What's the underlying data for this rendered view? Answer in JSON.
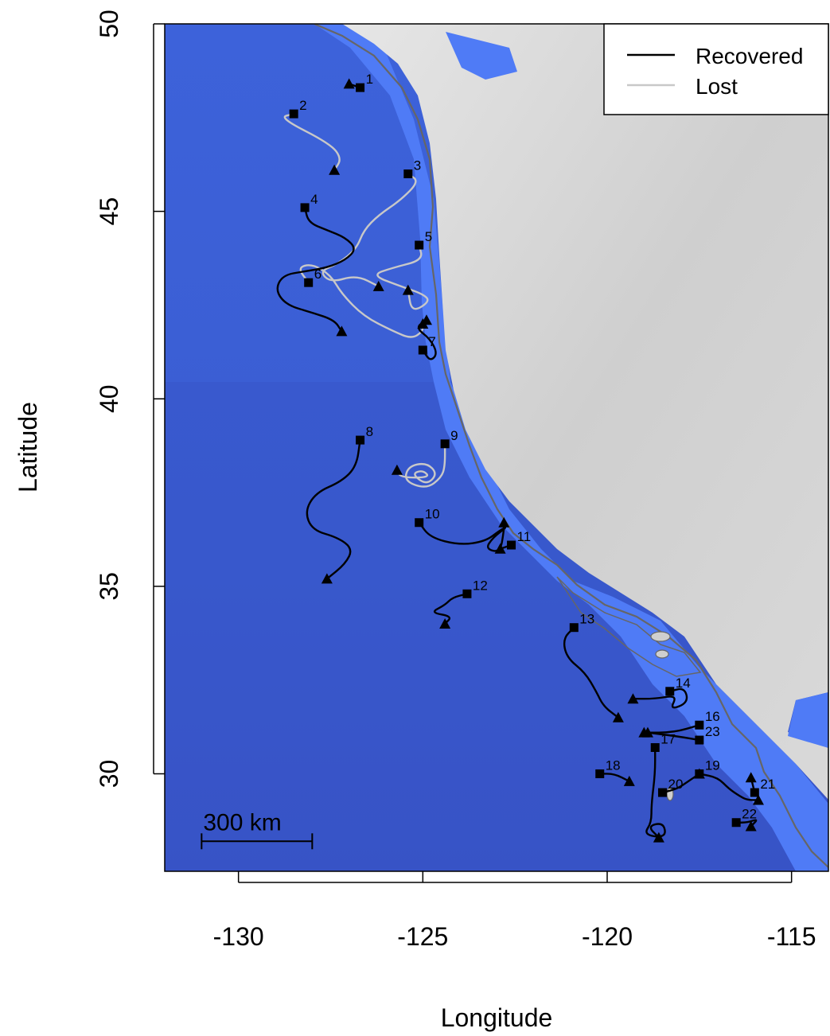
{
  "axes": {
    "xlabel": "Longitude",
    "ylabel": "Latitude",
    "xlim": [
      -132,
      -114
    ],
    "ylim": [
      27.4,
      50
    ],
    "xticks": [
      {
        "value": -130,
        "label": "-130"
      },
      {
        "value": -125,
        "label": "-125"
      },
      {
        "value": -120,
        "label": "-120"
      },
      {
        "value": -115,
        "label": "-115"
      }
    ],
    "yticks": [
      {
        "value": 30,
        "label": "30"
      },
      {
        "value": 35,
        "label": "35"
      },
      {
        "value": 40,
        "label": "40"
      },
      {
        "value": 45,
        "label": "45"
      },
      {
        "value": 50,
        "label": "50"
      }
    ]
  },
  "legend": {
    "placement": "top-right",
    "items": [
      {
        "label": "Recovered",
        "color": "#000000"
      },
      {
        "label": "Lost",
        "color": "#c8c8c8"
      }
    ]
  },
  "scalebar": {
    "label": "300 km",
    "lon_start": -131,
    "lon_end": -128,
    "lat": 28.2
  },
  "colors": {
    "ocean_deep": "#3a5fd6",
    "ocean_shelf": "#4e7af5",
    "land": "#d2d2d2",
    "recovered": "#000000",
    "lost": "#c8c8c8",
    "coast_contour": "#666666"
  },
  "markers": {
    "start": "square",
    "end": "triangle"
  },
  "tracks": [
    {
      "id": "1",
      "status": "recovered",
      "points": [
        [
          -126.7,
          48.3
        ],
        [
          -127.0,
          48.4
        ]
      ]
    },
    {
      "id": "2",
      "status": "lost",
      "points": [
        [
          -128.5,
          47.6
        ],
        [
          -128.9,
          47.5
        ],
        [
          -127.5,
          46.8
        ],
        [
          -127.2,
          46.4
        ],
        [
          -127.4,
          46.1
        ]
      ]
    },
    {
      "id": "3",
      "status": "lost",
      "points": [
        [
          -125.4,
          46.0
        ],
        [
          -125.1,
          45.8
        ],
        [
          -125.6,
          45.3
        ],
        [
          -126.2,
          44.9
        ],
        [
          -126.6,
          44.5
        ],
        [
          -126.8,
          44.0
        ],
        [
          -127.3,
          43.6
        ],
        [
          -127.8,
          43.4
        ],
        [
          -127.5,
          43.1
        ],
        [
          -126.8,
          43.3
        ],
        [
          -126.2,
          43.0
        ]
      ]
    },
    {
      "id": "4",
      "status": "recovered",
      "points": [
        [
          -128.2,
          45.1
        ],
        [
          -128.1,
          44.7
        ],
        [
          -127.6,
          44.5
        ],
        [
          -127.1,
          44.3
        ],
        [
          -126.8,
          44.0
        ],
        [
          -127.1,
          43.7
        ],
        [
          -127.6,
          43.5
        ],
        [
          -128.2,
          43.4
        ],
        [
          -128.8,
          43.3
        ],
        [
          -129.0,
          42.9
        ],
        [
          -128.7,
          42.5
        ],
        [
          -128.0,
          42.3
        ],
        [
          -127.4,
          42.1
        ],
        [
          -127.2,
          41.8
        ]
      ]
    },
    {
      "id": "5",
      "status": "lost",
      "points": [
        [
          -125.1,
          44.1
        ],
        [
          -125.0,
          43.7
        ],
        [
          -125.8,
          43.5
        ],
        [
          -126.4,
          43.3
        ],
        [
          -125.6,
          43.0
        ],
        [
          -125.0,
          42.8
        ],
        [
          -124.8,
          42.6
        ],
        [
          -125.3,
          42.3
        ],
        [
          -125.4,
          42.9
        ]
      ]
    },
    {
      "id": "6",
      "status": "lost",
      "points": [
        [
          -128.1,
          43.1
        ],
        [
          -128.4,
          43.5
        ],
        [
          -128.0,
          43.6
        ],
        [
          -127.5,
          43.3
        ],
        [
          -127.2,
          42.8
        ],
        [
          -126.6,
          42.2
        ],
        [
          -125.8,
          41.8
        ],
        [
          -125.3,
          41.6
        ],
        [
          -125.0,
          41.8
        ],
        [
          -125.0,
          42.0
        ]
      ]
    },
    {
      "id": "7",
      "status": "recovered",
      "points": [
        [
          -125.0,
          41.3
        ],
        [
          -124.8,
          41.0
        ],
        [
          -124.6,
          41.2
        ],
        [
          -124.8,
          41.6
        ],
        [
          -125.2,
          41.9
        ],
        [
          -124.9,
          42.1
        ]
      ]
    },
    {
      "id": "8",
      "status": "recovered",
      "points": [
        [
          -126.7,
          38.9
        ],
        [
          -126.8,
          38.2
        ],
        [
          -127.2,
          37.8
        ],
        [
          -127.9,
          37.5
        ],
        [
          -128.2,
          37.0
        ],
        [
          -128.0,
          36.5
        ],
        [
          -127.3,
          36.3
        ],
        [
          -126.9,
          36.0
        ],
        [
          -127.1,
          35.6
        ],
        [
          -127.6,
          35.2
        ]
      ]
    },
    {
      "id": "9",
      "status": "lost",
      "points": [
        [
          -124.4,
          38.8
        ],
        [
          -124.4,
          38.2
        ],
        [
          -124.5,
          37.9
        ],
        [
          -124.9,
          37.6
        ],
        [
          -125.5,
          37.8
        ],
        [
          -125.4,
          38.2
        ],
        [
          -124.9,
          38.3
        ],
        [
          -124.6,
          38.0
        ],
        [
          -124.9,
          37.7
        ],
        [
          -125.3,
          38.0
        ],
        [
          -125.0,
          38.1
        ],
        [
          -124.8,
          37.9
        ],
        [
          -125.6,
          37.9
        ],
        [
          -125.7,
          38.1
        ]
      ]
    },
    {
      "id": "10",
      "status": "recovered",
      "points": [
        [
          -125.1,
          36.7
        ],
        [
          -124.8,
          36.3
        ],
        [
          -124.0,
          36.1
        ],
        [
          -123.3,
          36.2
        ],
        [
          -122.9,
          36.5
        ],
        [
          -122.7,
          36.6
        ],
        [
          -123.1,
          36.3
        ],
        [
          -123.3,
          36.0
        ],
        [
          -122.9,
          35.9
        ],
        [
          -122.8,
          36.5
        ],
        [
          -122.8,
          36.7
        ]
      ]
    },
    {
      "id": "11",
      "status": "recovered",
      "points": [
        [
          -122.6,
          36.1
        ],
        [
          -122.9,
          36.0
        ]
      ]
    },
    {
      "id": "12",
      "status": "recovered",
      "points": [
        [
          -123.8,
          34.8
        ],
        [
          -124.2,
          34.7
        ],
        [
          -124.4,
          34.5
        ],
        [
          -124.8,
          34.3
        ],
        [
          -124.2,
          34.2
        ],
        [
          -124.4,
          34.0
        ]
      ]
    },
    {
      "id": "13",
      "status": "recovered",
      "points": [
        [
          -120.9,
          33.9
        ],
        [
          -121.2,
          33.6
        ],
        [
          -121.1,
          33.1
        ],
        [
          -120.6,
          32.7
        ],
        [
          -120.3,
          32.2
        ],
        [
          -120.1,
          31.8
        ],
        [
          -119.7,
          31.5
        ]
      ]
    },
    {
      "id": "14",
      "status": "recovered",
      "points": [
        [
          -118.3,
          32.2
        ],
        [
          -117.9,
          32.3
        ],
        [
          -117.8,
          31.9
        ],
        [
          -118.3,
          31.7
        ],
        [
          -118.1,
          32.1
        ],
        [
          -118.7,
          32.0
        ],
        [
          -119.3,
          32.0
        ]
      ]
    },
    {
      "id": "16",
      "status": "recovered",
      "points": [
        [
          -117.5,
          31.3
        ],
        [
          -118.2,
          31.1
        ],
        [
          -119.0,
          31.1
        ]
      ]
    },
    {
      "id": "17",
      "status": "recovered",
      "points": [
        [
          -118.7,
          30.7
        ],
        [
          -118.7,
          30.0
        ],
        [
          -118.8,
          29.2
        ],
        [
          -118.8,
          28.7
        ],
        [
          -119.0,
          28.4
        ],
        [
          -118.6,
          28.3
        ],
        [
          -118.4,
          28.4
        ],
        [
          -118.5,
          28.7
        ],
        [
          -118.9,
          28.6
        ],
        [
          -118.6,
          28.3
        ]
      ]
    },
    {
      "id": "18",
      "status": "recovered",
      "points": [
        [
          -120.2,
          30.0
        ],
        [
          -119.8,
          30.0
        ],
        [
          -119.4,
          29.8
        ]
      ]
    },
    {
      "id": "19",
      "status": "recovered",
      "points": [
        [
          -117.5,
          30.0
        ],
        [
          -117.0,
          29.9
        ],
        [
          -116.7,
          29.6
        ],
        [
          -116.4,
          29.4
        ],
        [
          -116.2,
          29.3
        ],
        [
          -115.9,
          29.3
        ]
      ]
    },
    {
      "id": "20",
      "status": "recovered",
      "points": [
        [
          -118.5,
          29.5
        ],
        [
          -118.1,
          29.6
        ],
        [
          -117.8,
          29.8
        ],
        [
          -117.5,
          30.0
        ]
      ]
    },
    {
      "id": "21",
      "status": "recovered",
      "points": [
        [
          -116.0,
          29.5
        ],
        [
          -116.1,
          29.9
        ]
      ]
    },
    {
      "id": "22",
      "status": "recovered",
      "points": [
        [
          -116.5,
          28.7
        ],
        [
          -116.2,
          28.7
        ],
        [
          -115.9,
          28.8
        ],
        [
          -116.1,
          28.6
        ]
      ]
    },
    {
      "id": "23",
      "status": "recovered",
      "points": [
        [
          -117.5,
          30.9
        ],
        [
          -118.1,
          31.0
        ],
        [
          -118.9,
          31.1
        ]
      ]
    }
  ]
}
